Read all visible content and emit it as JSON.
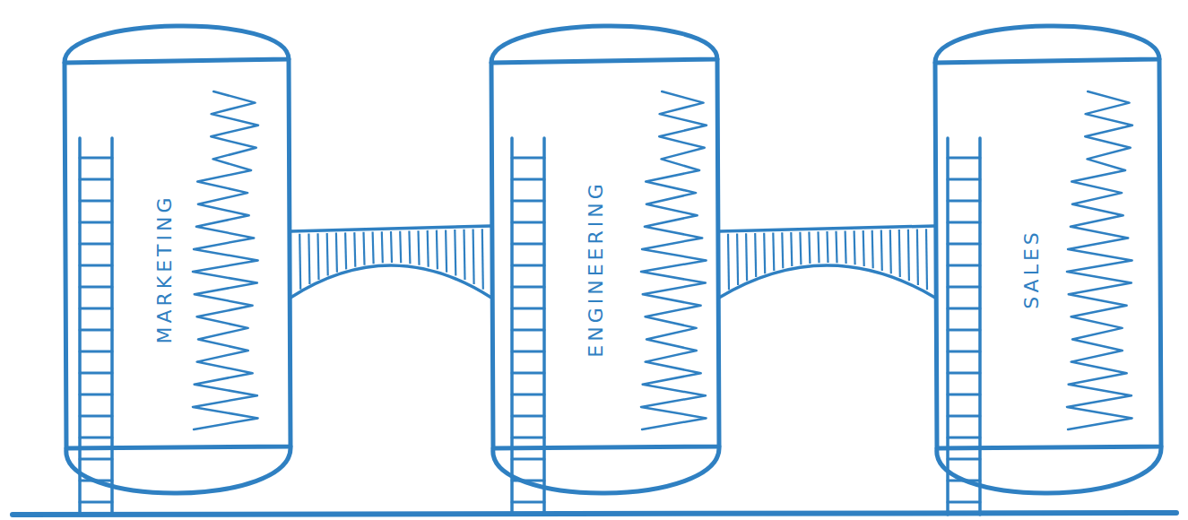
{
  "diagram": {
    "nodes": [
      {
        "text": [
          "MARKETING"
        ]
      },
      {
        "text": [
          "ENGINEERING"
        ]
      },
      {
        "text": [
          "SALES"
        ]
      }
    ],
    "edges": [
      {
        "from": 0,
        "to": 1,
        "arrow": "none"
      },
      {
        "from": 1,
        "to": 2,
        "arrow": "none"
      }
    ]
  }
}
